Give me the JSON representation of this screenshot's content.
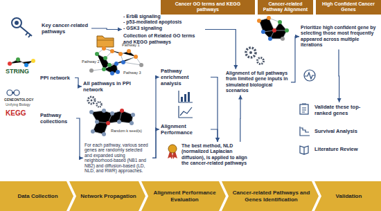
{
  "diagram": {
    "nodes": [
      {
        "text": [
          "Cancer GO terms and KEGG pathways"
        ]
      },
      {
        "text": [
          "Cancer-related Pathway Alignment"
        ]
      },
      {
        "text": [
          "High Confident Cancer Genes"
        ]
      },
      {
        "text": [
          "Key cancer-related pathways"
        ]
      },
      {
        "text": [
          "- ErbB signaling",
          "- p53-mediated apoptosis",
          "- GSK3 signaling",
          "Collection of Related GO terms and KEGG pathways"
        ]
      },
      {
        "text": [
          "PPI network"
        ]
      },
      {
        "text": [
          "Pathway collections"
        ]
      },
      {
        "text": [
          "All pathways in PPI network"
        ]
      },
      {
        "text": [
          "For each pathway, various seed genes are randomly selected and expanded using neighborhood-based (NB1 and NB2) and diffusion-based (LD, NLD, and RWR) approaches."
        ]
      },
      {
        "text": [
          "Pathway enrichment analysis"
        ]
      },
      {
        "text": [
          "Alignment Performance"
        ]
      },
      {
        "text": [
          "The best method, NLD (normalized Laplacian diffusion), is applied to align the cancer-related pathways"
        ]
      },
      {
        "text": [
          "Alignment of full pathways from limited gene inputs in simulated biological scenarios"
        ]
      },
      {
        "text": [
          "Prioritize high confident gene by selecting those most frequently appeared across multiple iterations"
        ]
      },
      {
        "text": [
          "Validate these top-ranked genes"
        ]
      },
      {
        "text": [
          "Survival Analysis"
        ]
      },
      {
        "text": [
          "Literature Review"
        ]
      },
      {
        "text": [
          "Data Collection"
        ]
      },
      {
        "text": [
          "Network Propagation"
        ]
      },
      {
        "text": [
          "Alignment Performance Evaluation"
        ]
      },
      {
        "text": [
          "Cancer-related Pathways and Genes Identification"
        ]
      },
      {
        "text": [
          "Validation"
        ]
      }
    ],
    "edges": [
      {
        "from": 3,
        "to": 4,
        "arrow": "to"
      },
      {
        "from": 4,
        "to": 12,
        "arrow": "to"
      },
      {
        "from": 5,
        "to": 7,
        "arrow": "to"
      },
      {
        "from": 6,
        "to": 8,
        "arrow": "to"
      },
      {
        "from": 8,
        "to": 9,
        "arrow": "to"
      },
      {
        "from": 8,
        "to": 10,
        "arrow": "to"
      },
      {
        "from": 9,
        "to": 11,
        "arrow": "to"
      },
      {
        "from": 10,
        "to": 11,
        "arrow": "to"
      },
      {
        "from": 11,
        "to": 12,
        "arrow": "to"
      },
      {
        "from": 12,
        "to": 13,
        "arrow": "to"
      },
      {
        "from": 13,
        "to": 14,
        "arrow": "to"
      }
    ],
    "labels": [
      "STRING",
      "GENEONTOLOGY",
      "Unifying Biology",
      "KEGG",
      "Pathway 1",
      "Pathway 2",
      "Pathway 3",
      "Random k seed(s)"
    ]
  }
}
